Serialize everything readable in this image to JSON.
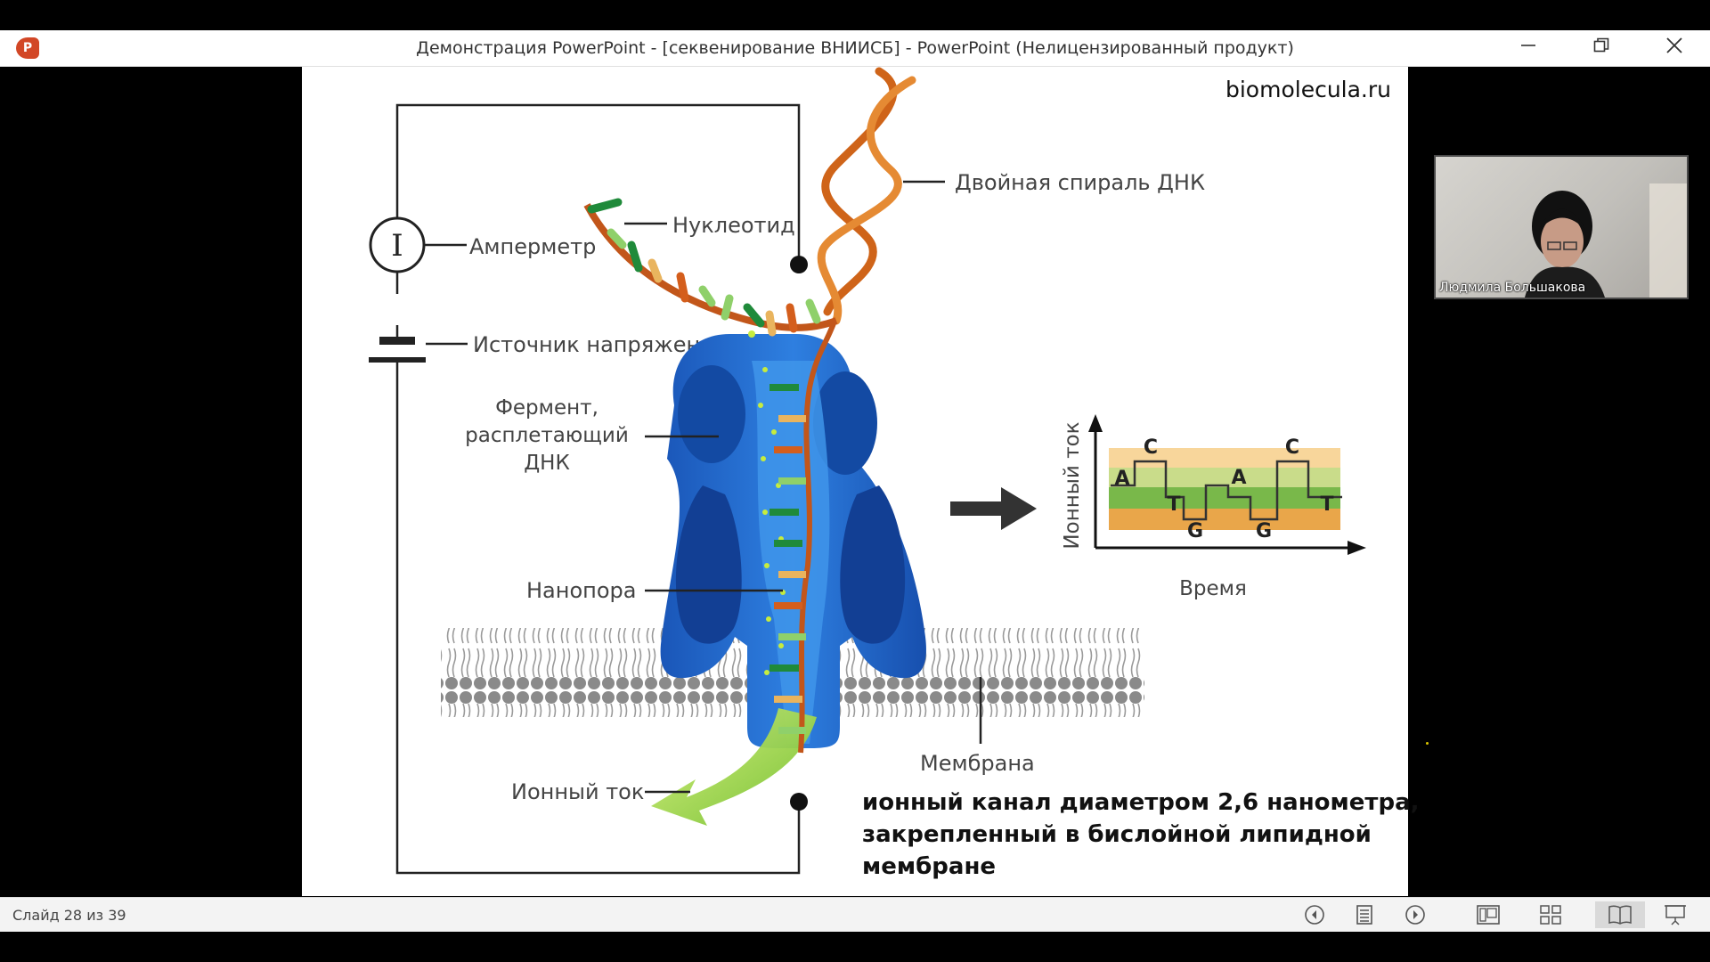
{
  "window": {
    "title": "Демонстрация PowerPoint - [секвенирование ВНИИСБ] - PowerPoint (Нелицензированный продукт)",
    "app_icon": "P",
    "controls": [
      "minimize-icon",
      "restore-icon",
      "close-icon"
    ]
  },
  "slide": {
    "watermark": "biomolecula.ru",
    "labels": {
      "helix": "Двойная спираль ДНК",
      "nucleotide": "Нуклеотид",
      "ammeter": "Амперметр",
      "ammeter_symbol": "I",
      "voltage": "Источник напряжения",
      "enzyme_1": "Фермент,",
      "enzyme_2": "расплетающий",
      "enzyme_3": "ДНК",
      "nanopore": "Нанопора",
      "membrane": "Мембрана",
      "ion_current": "Ионный ток"
    },
    "signal_plot": {
      "y_label": "Ионный ток",
      "x_label": "Время",
      "bases": [
        "A",
        "C",
        "T",
        "G",
        "A",
        "G",
        "C",
        "T"
      ]
    },
    "caption": {
      "line1": "ионный канал диаметром 2,6 нанометра,",
      "line2": "закрепленный в бислойной липидной",
      "line3": "мембране"
    }
  },
  "webcam": {
    "participant": "Людмила Большакова"
  },
  "status": {
    "slide_counter": "Слайд 28 из 39",
    "buttons": [
      "previous-slide-icon",
      "slide-list-icon",
      "next-slide-icon",
      "normal-view-icon",
      "slide-sorter-icon",
      "reading-view-icon",
      "slide-show-icon"
    ]
  }
}
